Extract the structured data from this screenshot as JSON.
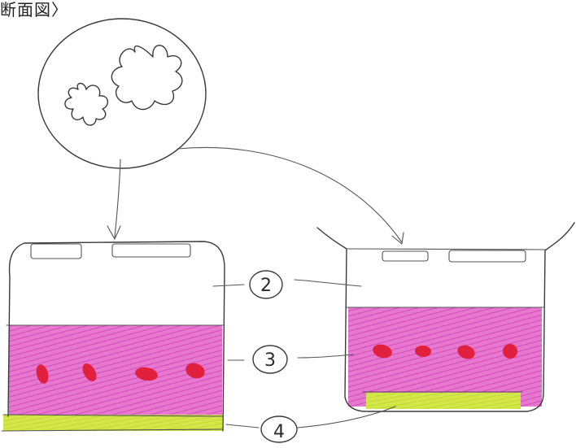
{
  "title": "断面図〉",
  "labels": {
    "label_2": "2",
    "label_3": "3",
    "label_4": "4"
  },
  "colors": {
    "pencil": "#3a3a3a",
    "magenta": "#e15fc4",
    "magenta_light": "#ea8fd6",
    "red": "#e0203c",
    "yellow_green": "#cbe33a",
    "background": "#ffffff"
  },
  "icons": [
    "flower-shape-large",
    "flower-shape-small",
    "arrow-down"
  ]
}
